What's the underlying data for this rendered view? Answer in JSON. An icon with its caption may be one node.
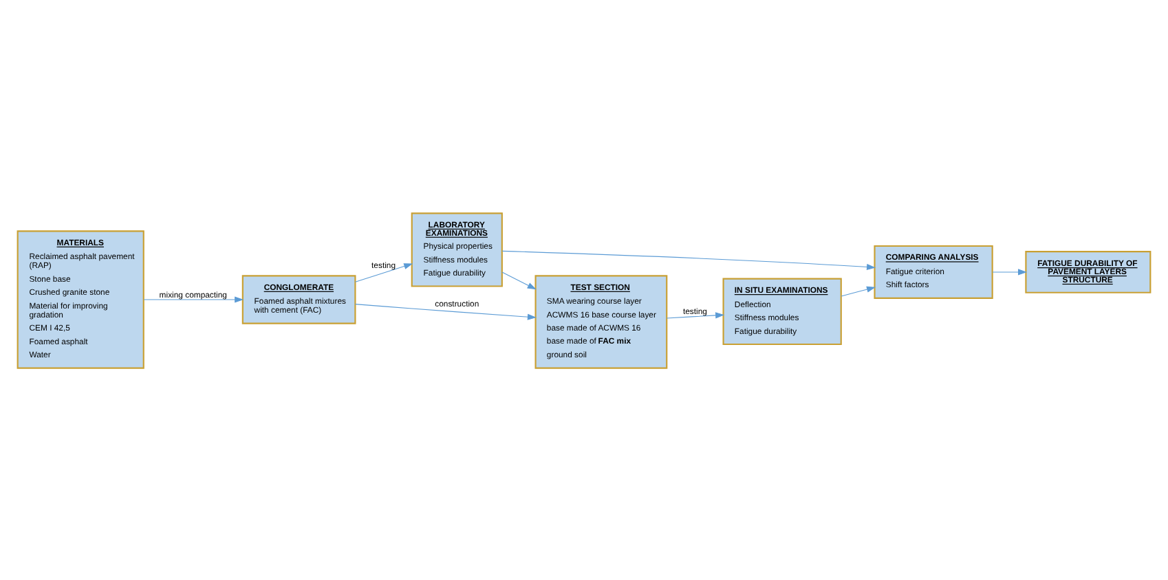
{
  "diagram": {
    "nodes": [
      {
        "text": [
          "MATERIALS",
          "Reclaimed asphalt pavement (RAP)",
          "Stone base",
          "Crushed granite stone",
          "Material for improving gradation",
          "CEM I 42,5",
          "Foamed asphalt",
          "Water"
        ]
      },
      {
        "text": [
          "CONGLOMERATE",
          "Foamed asphalt mixtures with cement (FAC)"
        ]
      },
      {
        "text": [
          "LABORATORY EXAMINATIONS",
          "Physical properties",
          "Stiffness modules",
          "Fatigue durability"
        ]
      },
      {
        "text": [
          "TEST SECTION",
          "SMA wearing course layer",
          "ACWMS 16 base course layer",
          "base made of ACWMS 16",
          "base made of **FAC mix**",
          "ground soil"
        ]
      },
      {
        "text": [
          "COMPARING ANALYSIS",
          "Fatigue criterion",
          "Shift factors"
        ]
      },
      {
        "text": [
          "IN SITU EXAMINATIONS",
          "Deflection",
          "Stiffness modules",
          "Fatigue durability"
        ]
      },
      {
        "text": [
          "FATIGUE DURABILITY OF PAVEMENT LAYERS STRUCTURE"
        ]
      }
    ],
    "edges": [
      {
        "from": 0,
        "to": 1,
        "arrow": "to",
        "label": "mixing compacting"
      },
      {
        "from": 1,
        "to": 2,
        "arrow": "to",
        "label": "testing"
      },
      {
        "from": 1,
        "to": 3,
        "arrow": "to",
        "label": "construction"
      },
      {
        "from": 2,
        "to": 3,
        "arrow": "to"
      },
      {
        "from": 2,
        "to": 4,
        "arrow": "to"
      },
      {
        "from": 3,
        "to": 5,
        "arrow": "to",
        "label": "testing"
      },
      {
        "from": 5,
        "to": 4,
        "arrow": "to"
      },
      {
        "from": 4,
        "to": 6,
        "arrow": "to"
      }
    ]
  }
}
